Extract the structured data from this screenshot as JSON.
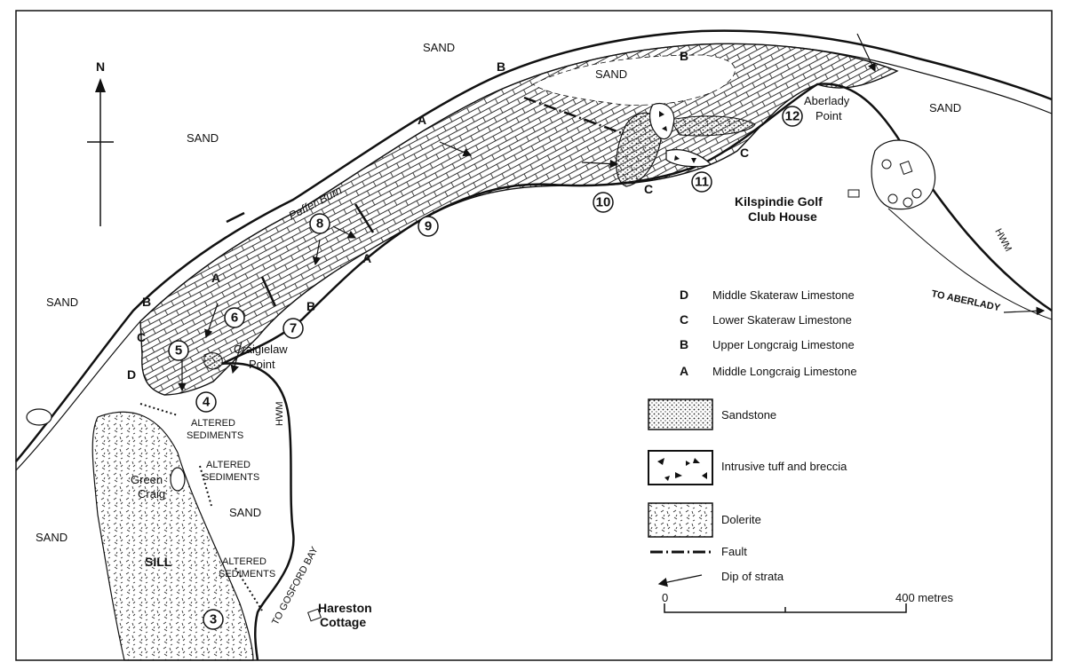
{
  "map": {
    "north": "N",
    "sand_labels": [
      "SAND",
      "SAND",
      "SAND",
      "SAND",
      "SAND",
      "SAND",
      "SAND"
    ],
    "stream": "Peffer Burn",
    "places": {
      "craigielaw": [
        "Craigielaw",
        "Point"
      ],
      "aberlady_point": [
        "Aberlady",
        "Point"
      ],
      "golf": [
        "Kilspindie Golf",
        "Club House"
      ],
      "hareston": [
        "Hareston",
        "Cottage"
      ],
      "green_craig": [
        "Green",
        "Craig"
      ]
    },
    "altered": [
      "ALTERED",
      "SEDIMENTS"
    ],
    "sill": "SILL",
    "hwm": "HWM",
    "roads": {
      "aberlady": "TO ABERLADY",
      "gosford": "TO GOSFORD BAY"
    },
    "unit_letters": [
      "A",
      "B",
      "C",
      "D"
    ],
    "sites": [
      "3",
      "4",
      "5",
      "6",
      "7",
      "8",
      "9",
      "10",
      "11",
      "12"
    ]
  },
  "legend": {
    "units": [
      {
        "key": "D",
        "label": "Middle Skateraw Limestone"
      },
      {
        "key": "C",
        "label": "Lower Skateraw Limestone"
      },
      {
        "key": "B",
        "label": "Upper Longcraig Limestone"
      },
      {
        "key": "A",
        "label": "Middle Longcraig Limestone"
      }
    ],
    "sandstone": "Sandstone",
    "tuff": "Intrusive tuff and breccia",
    "dolerite": "Dolerite",
    "fault": "Fault",
    "dip": "Dip of strata"
  },
  "scale": {
    "zero": "0",
    "max": "400 metres"
  }
}
